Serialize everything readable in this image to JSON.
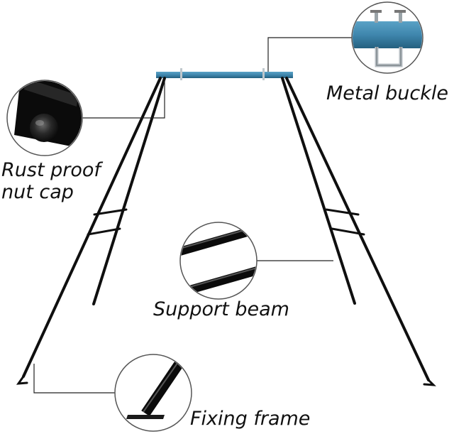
{
  "colors": {
    "frame": "#0f0f0f",
    "top_beam": "#3f86ad",
    "top_beam_dark": "#24607f",
    "leader_line": "#222222",
    "circle_border": "#555555"
  },
  "callouts": {
    "metal_buckle": {
      "label": "Metal buckle",
      "icon": "u-bolt-buckle-icon"
    },
    "rust_proof_nut_cap": {
      "line1": "Rust proof",
      "line2": "nut cap",
      "icon": "nut-cap-icon"
    },
    "support_beam": {
      "label": "Support beam",
      "icon": "support-beam-icon"
    },
    "fixing_frame": {
      "label": "Fixing frame",
      "icon": "fixing-foot-icon"
    }
  }
}
